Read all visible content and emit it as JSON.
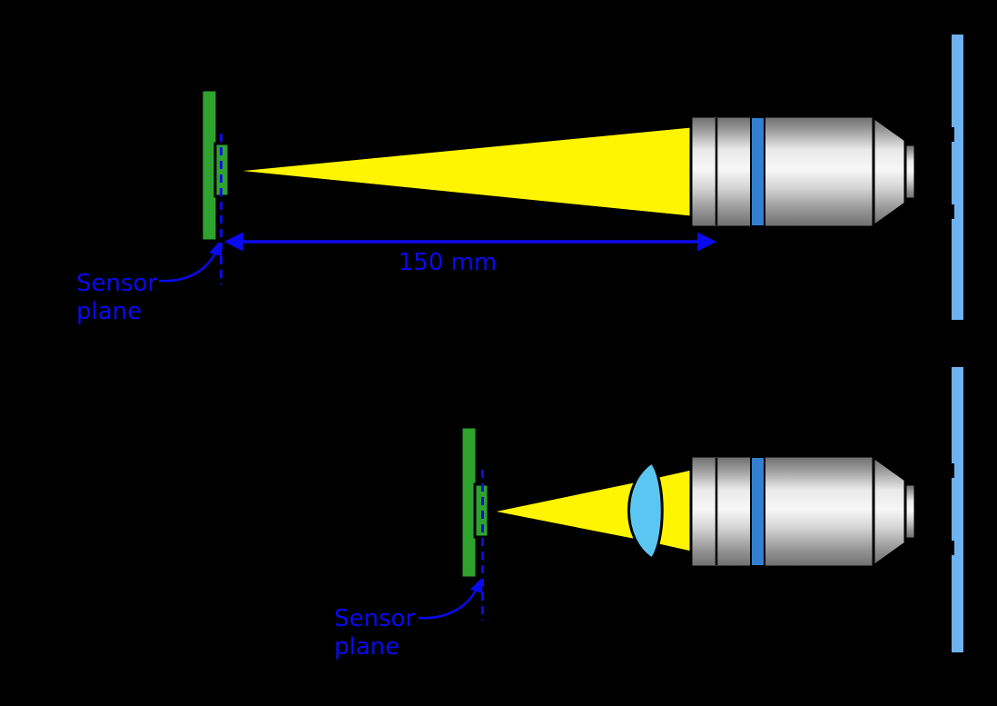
{
  "colors": {
    "background": "#000000",
    "accent_blue": "#0a0af0",
    "beam_yellow": "#fff500",
    "sensor_green": "#2ea32e",
    "slide_blue": "#6fb2f0",
    "lens_blue": "#5cc6f2",
    "stripe_blue": "#3380d0"
  },
  "top_diagram": {
    "sensor_plane_label": "Sensor plane",
    "distance_label": "150 mm"
  },
  "bottom_diagram": {
    "sensor_plane_label": "Sensor plane"
  }
}
